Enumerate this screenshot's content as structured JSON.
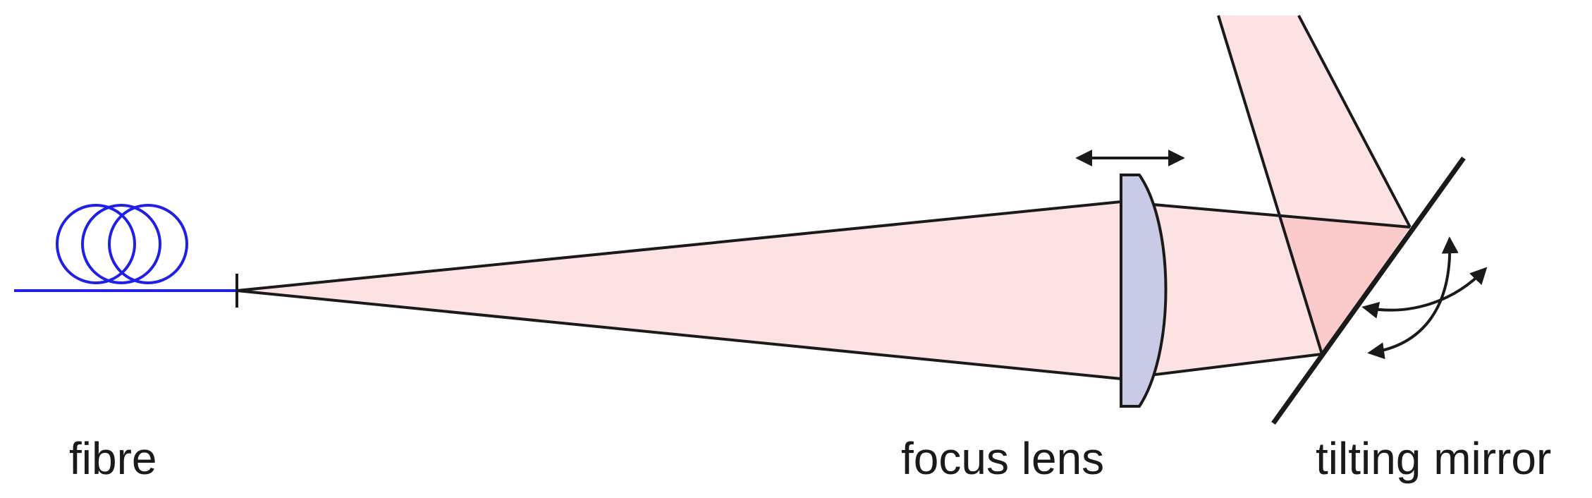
{
  "labels": {
    "fibre": "fibre",
    "focus_lens": "focus lens",
    "tilting_mirror": "tilting mirror"
  },
  "colors": {
    "beam": "#fde2e4",
    "beam_overlap": "#fbcaca",
    "lens_fill": "#c9cbe6",
    "fibre": "#1f1fe6",
    "stroke": "#1a1a1a"
  },
  "icons": [
    "fibre-coil-icon",
    "lens-translation-arrow-icon",
    "mirror-tilt-arrows-icon"
  ]
}
